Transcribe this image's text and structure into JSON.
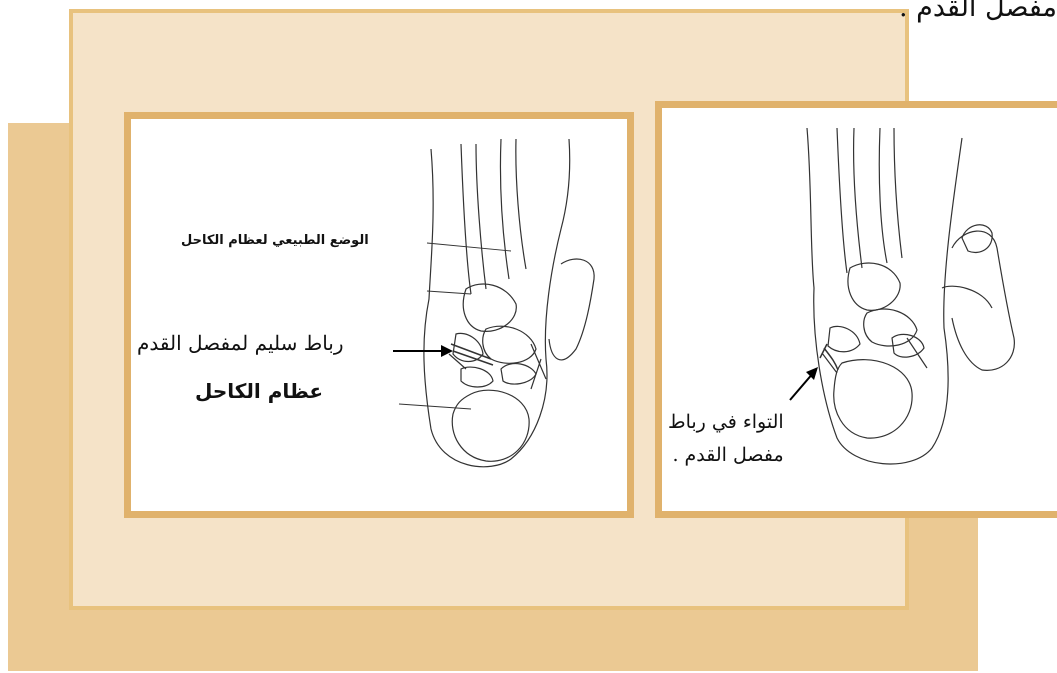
{
  "page": {
    "top_text": "مفصل القدم ."
  },
  "left_figure": {
    "label_normal_position": "الوضع الطبيعي لعظام الكاحل",
    "label_healthy_ligament": "رباط سليم لمفصل القدم",
    "label_ankle_bones": "عظام الكاحل"
  },
  "right_figure": {
    "label_sprain_line1": "التواء في رباط",
    "label_sprain_line2": "مفصل القدم ."
  },
  "colors": {
    "shadow_panel": "#ebc993",
    "main_panel": "#f5e3c8",
    "frame_border": "#e0b26c"
  }
}
